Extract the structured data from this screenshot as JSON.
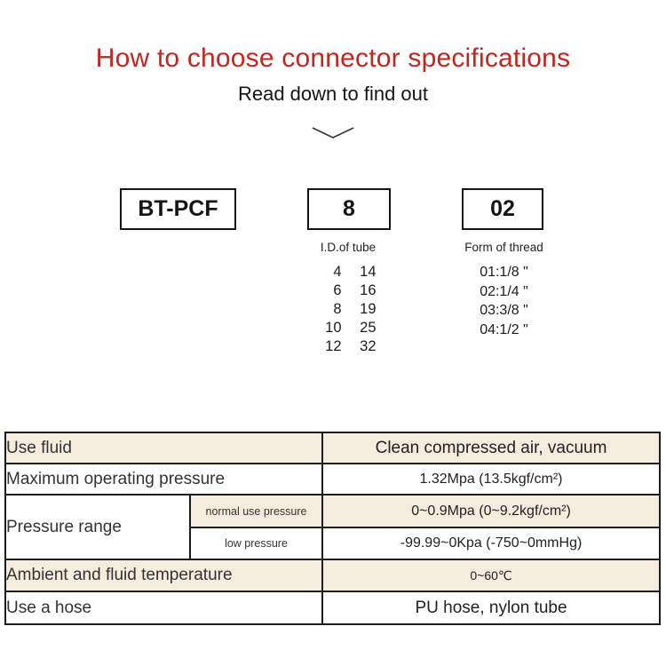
{
  "colors": {
    "title_red": "#c4251d",
    "table_beige": "#f4edde",
    "border_dark": "#1c1c1c"
  },
  "header": {
    "title": "How to choose connector specifications",
    "subtitle": "Read down to find out",
    "chevron_icon": "chevron-down-icon"
  },
  "code_breakdown": {
    "boxes": [
      {
        "label": "BT-PCF"
      },
      {
        "label": "8"
      },
      {
        "label": "02"
      }
    ],
    "tube": {
      "heading": "I.D.of tube",
      "rows": [
        [
          "4",
          "14"
        ],
        [
          "6",
          "16"
        ],
        [
          "8",
          "19"
        ],
        [
          "10",
          "25"
        ],
        [
          "12",
          "32"
        ]
      ]
    },
    "thread": {
      "heading": "Form of thread",
      "items": [
        "01:1/8 \"",
        "02:1/4 \"",
        "03:3/8 \"",
        "04:1/2 \""
      ]
    }
  },
  "spec_table": {
    "rows": [
      {
        "label": "Use fluid",
        "value": "Clean compressed air, vacuum"
      },
      {
        "label": "Maximum operating pressure",
        "value": "1.32Mpa (13.5kgf/cm²)"
      },
      {
        "label": "Pressure range",
        "sub_rows": [
          {
            "label": "normal use pressure",
            "value": "0~0.9Mpa (0~9.2kgf/cm²)"
          },
          {
            "label": "low pressure",
            "value": "-99.99~0Kpa (-750~0mmHg)"
          }
        ]
      },
      {
        "label": "Ambient and fluid temperature",
        "value": "0~60℃"
      },
      {
        "label": "Use a hose",
        "value": "PU hose, nylon tube"
      }
    ]
  }
}
